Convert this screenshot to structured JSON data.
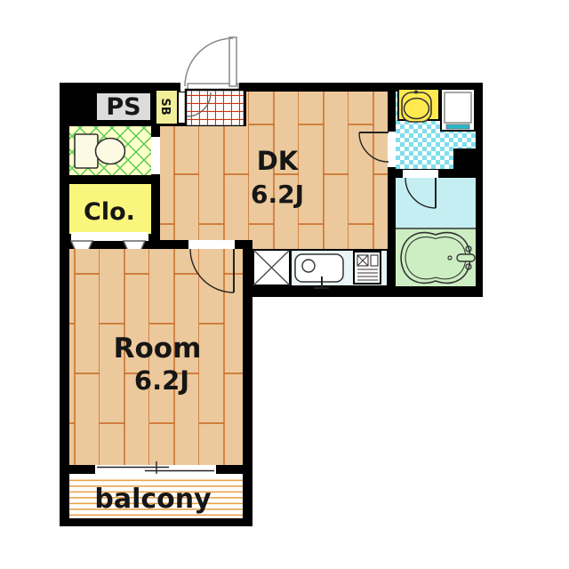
{
  "app": {
    "type": "apartment-floor-plan"
  },
  "labels": {
    "ps": "PS",
    "shoe_box": "SB",
    "dk_name": "DK",
    "dk_size": "6.2J",
    "closet": "Clo.",
    "room_name": "Room",
    "room_size": "6.2J",
    "balcony": "balcony"
  },
  "colors": {
    "wall": "#000000",
    "wood_floor": "#EBC99C",
    "wood_plank_line": "#C8661E",
    "toilet_floor": "#FFFFC8",
    "toilet_hatch": "#55CC55",
    "fixture_fill": "#FCFAE2",
    "closet_fill": "#FAF67D",
    "shoe_box_fill": "#F2EF9A",
    "ps_fill": "#DCDCDC",
    "genkan_grid": "#CC3311",
    "washroom_check": "#7FDEEC",
    "washbasin_fill": "#FFE94F",
    "bathroom_floor": "#C5EEF2",
    "bathtub_zone": "#CDEEC2",
    "kitchen_counter": "#E9F5F8",
    "washer_strip": "#29B9CC",
    "balcony_stripe": "#E8A34C"
  }
}
